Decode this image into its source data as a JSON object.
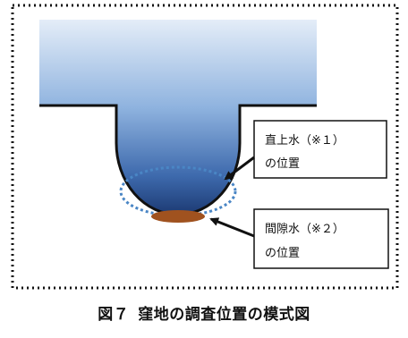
{
  "diagram": {
    "labels": {
      "surface_water": {
        "line1": "直上水（※１）",
        "line2": "の位置"
      },
      "pore_water": {
        "line1": "間隙水（※２）",
        "line2": "の位置"
      }
    },
    "caption": {
      "number": "図７",
      "title": "窪地の調査位置の模式図"
    },
    "colors": {
      "water_top": "#dbe7f6",
      "water_bottom": "#1f3f78",
      "sediment": "#a0521f",
      "frame": "#111111",
      "dotted_ellipse": "#4a86c5"
    }
  }
}
